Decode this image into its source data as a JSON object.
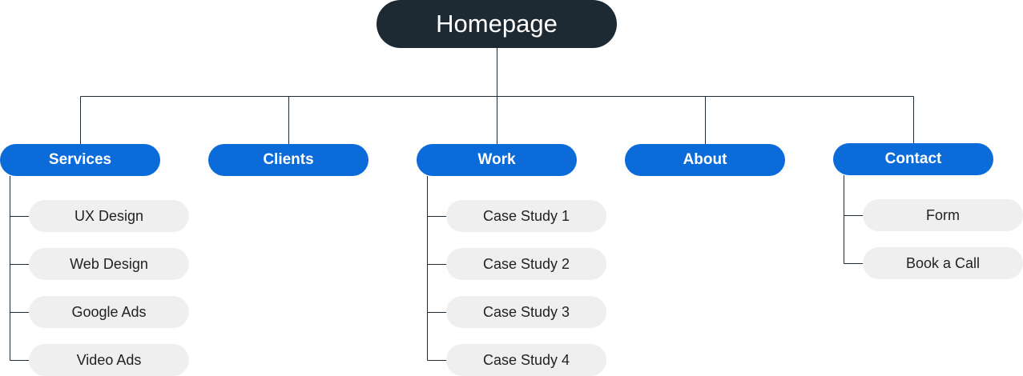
{
  "root": {
    "label": "Homepage"
  },
  "sections": [
    {
      "label": "Services",
      "children": [
        "UX Design",
        "Web Design",
        "Google Ads",
        "Video Ads"
      ]
    },
    {
      "label": "Clients",
      "children": []
    },
    {
      "label": "Work",
      "children": [
        "Case Study 1",
        "Case Study 2",
        "Case Study 3",
        "Case Study 4"
      ]
    },
    {
      "label": "About",
      "children": []
    },
    {
      "label": "Contact",
      "children": [
        "Form",
        "Book a Call"
      ]
    }
  ],
  "colors": {
    "root_bg": "#1e2a33",
    "section_bg": "#0b6bd9",
    "leaf_bg": "#efefef",
    "connector": "#1e2a33"
  }
}
